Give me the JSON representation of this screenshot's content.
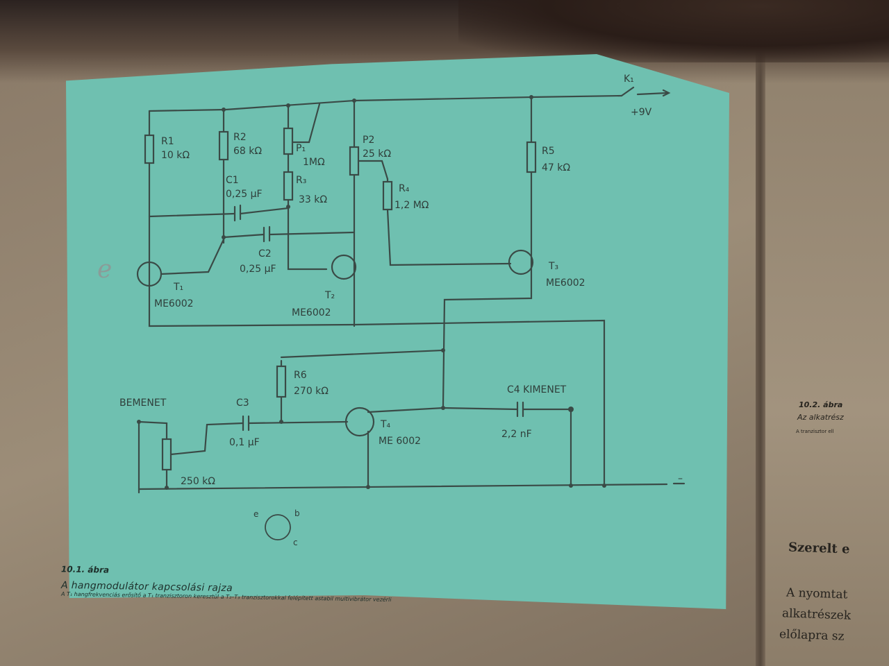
{
  "figure": {
    "number": "10.1. ábra",
    "title": "A hangmodulátor kapcsolási rajza",
    "subtitle": "A T₁ hangfrekvenciás erősítő a T₁ tranzisztoron keresztül a T₂–T₃ tranzisztorokkal felépített astabil multivibrátor vezérli"
  },
  "labels": {
    "k1": "K₁",
    "supply": "+9V",
    "r1_name": "R1",
    "r1_value": "10 kΩ",
    "r2_name": "R2",
    "r2_value": "68 kΩ",
    "p1_name": "P₁",
    "p1_value": "1MΩ",
    "p2_name": "P2",
    "p2_value": "25 kΩ",
    "r5_name": "R5",
    "r5_value": "47 kΩ",
    "c1_name": "C1",
    "c1_value": "0,25 µF",
    "r3_name": "R₃",
    "r3_value": "33 kΩ",
    "r4_name": "R₄",
    "r4_value": "1,2 MΩ",
    "c2_name": "C2",
    "c2_value": "0,25 µF",
    "t1_name": "T₁",
    "t1_type": "ME6002",
    "t2_name": "T₂",
    "t2_type": "ME6002",
    "t3_name": "T₃",
    "t3_type": "ME6002",
    "r6_name": "R6",
    "r6_value": "270 kΩ",
    "bemenet": "BEMENET",
    "c3_name": "C3",
    "c3_value": "0,1 µF",
    "t4_name": "T₄",
    "t4_type": "ME 6002",
    "c4_kimenet": "C4 KIMENET",
    "c4_value": "2,2 nF",
    "p_in_value": "250 kΩ",
    "ground_minus": "–",
    "pin_e": "e",
    "pin_b": "b",
    "pin_c": "c",
    "handwritten_e": "e"
  },
  "adjacent_page": {
    "figure_number": "10.2. ábra",
    "line1": "Az alkatrész",
    "line2": "A tranzisztor ell",
    "heading": "Szerelt e",
    "para1": "A nyomtat",
    "para2": "alkatrészek",
    "para3": "előlapra sz"
  },
  "colors": {
    "plate": "#6fc0b0",
    "ink": "#2f3e3a",
    "paper": "#9c8d78"
  }
}
